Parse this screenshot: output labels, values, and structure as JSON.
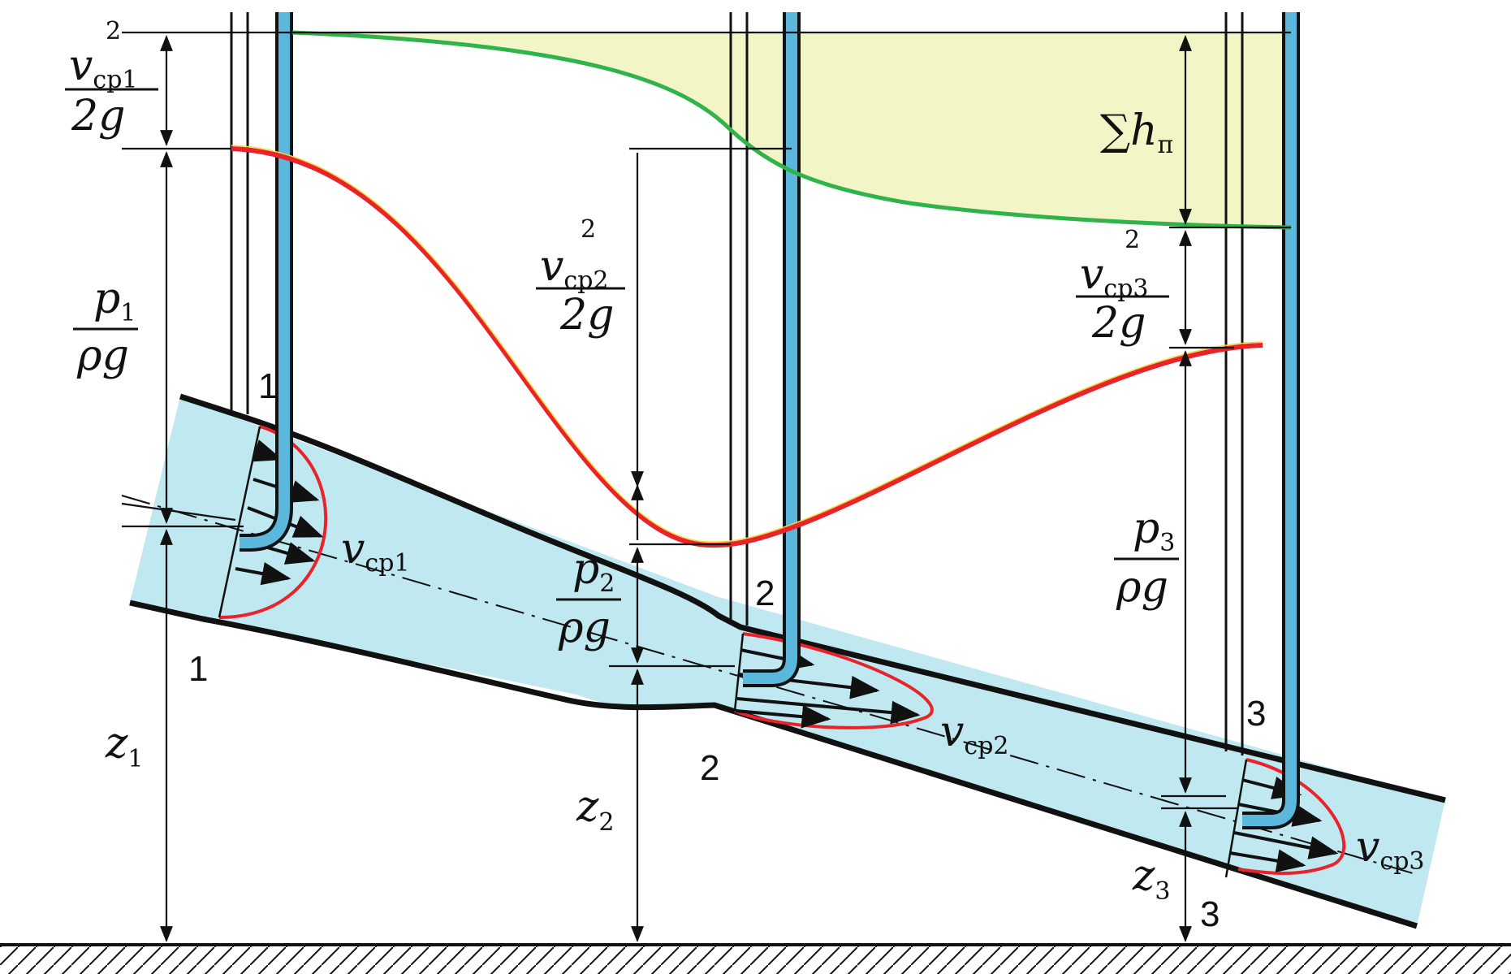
{
  "labels": {
    "v_cp1": {
      "main": "v",
      "sub": "ср1",
      "exp": "2",
      "den": "2g"
    },
    "v_cp2": {
      "main": "v",
      "sub": "ср2",
      "exp": "2",
      "den": "2g"
    },
    "v_cp3": {
      "main": "v",
      "sub": "ср3",
      "exp": "2",
      "den": "2g"
    },
    "p1": {
      "num": "p",
      "sub": "1",
      "den": "ρg"
    },
    "p2": {
      "num": "p",
      "sub": "2",
      "den": "ρg"
    },
    "p3": {
      "num": "p",
      "sub": "3",
      "den": "ρg"
    },
    "sum_hn": {
      "sigma": "∑",
      "h": "h",
      "sub": "п"
    },
    "z1": {
      "main": "z",
      "sub": "1"
    },
    "z2": {
      "main": "z",
      "sub": "2"
    },
    "z3": {
      "main": "z",
      "sub": "3"
    },
    "flow1": {
      "main": "v",
      "sub": "ср1"
    },
    "flow2": {
      "main": "v",
      "sub": "ср2"
    },
    "flow3": {
      "main": "v",
      "sub": "ср3"
    }
  },
  "sections": [
    "1",
    "2",
    "3"
  ],
  "colors": {
    "water": "#bfe8f0",
    "tube_fill": "#5bb8dc",
    "energy_line": "#2fb34a",
    "piezometric_line": "#e8232a",
    "loss_area": "#f2f5c6",
    "outline": "#111111"
  }
}
